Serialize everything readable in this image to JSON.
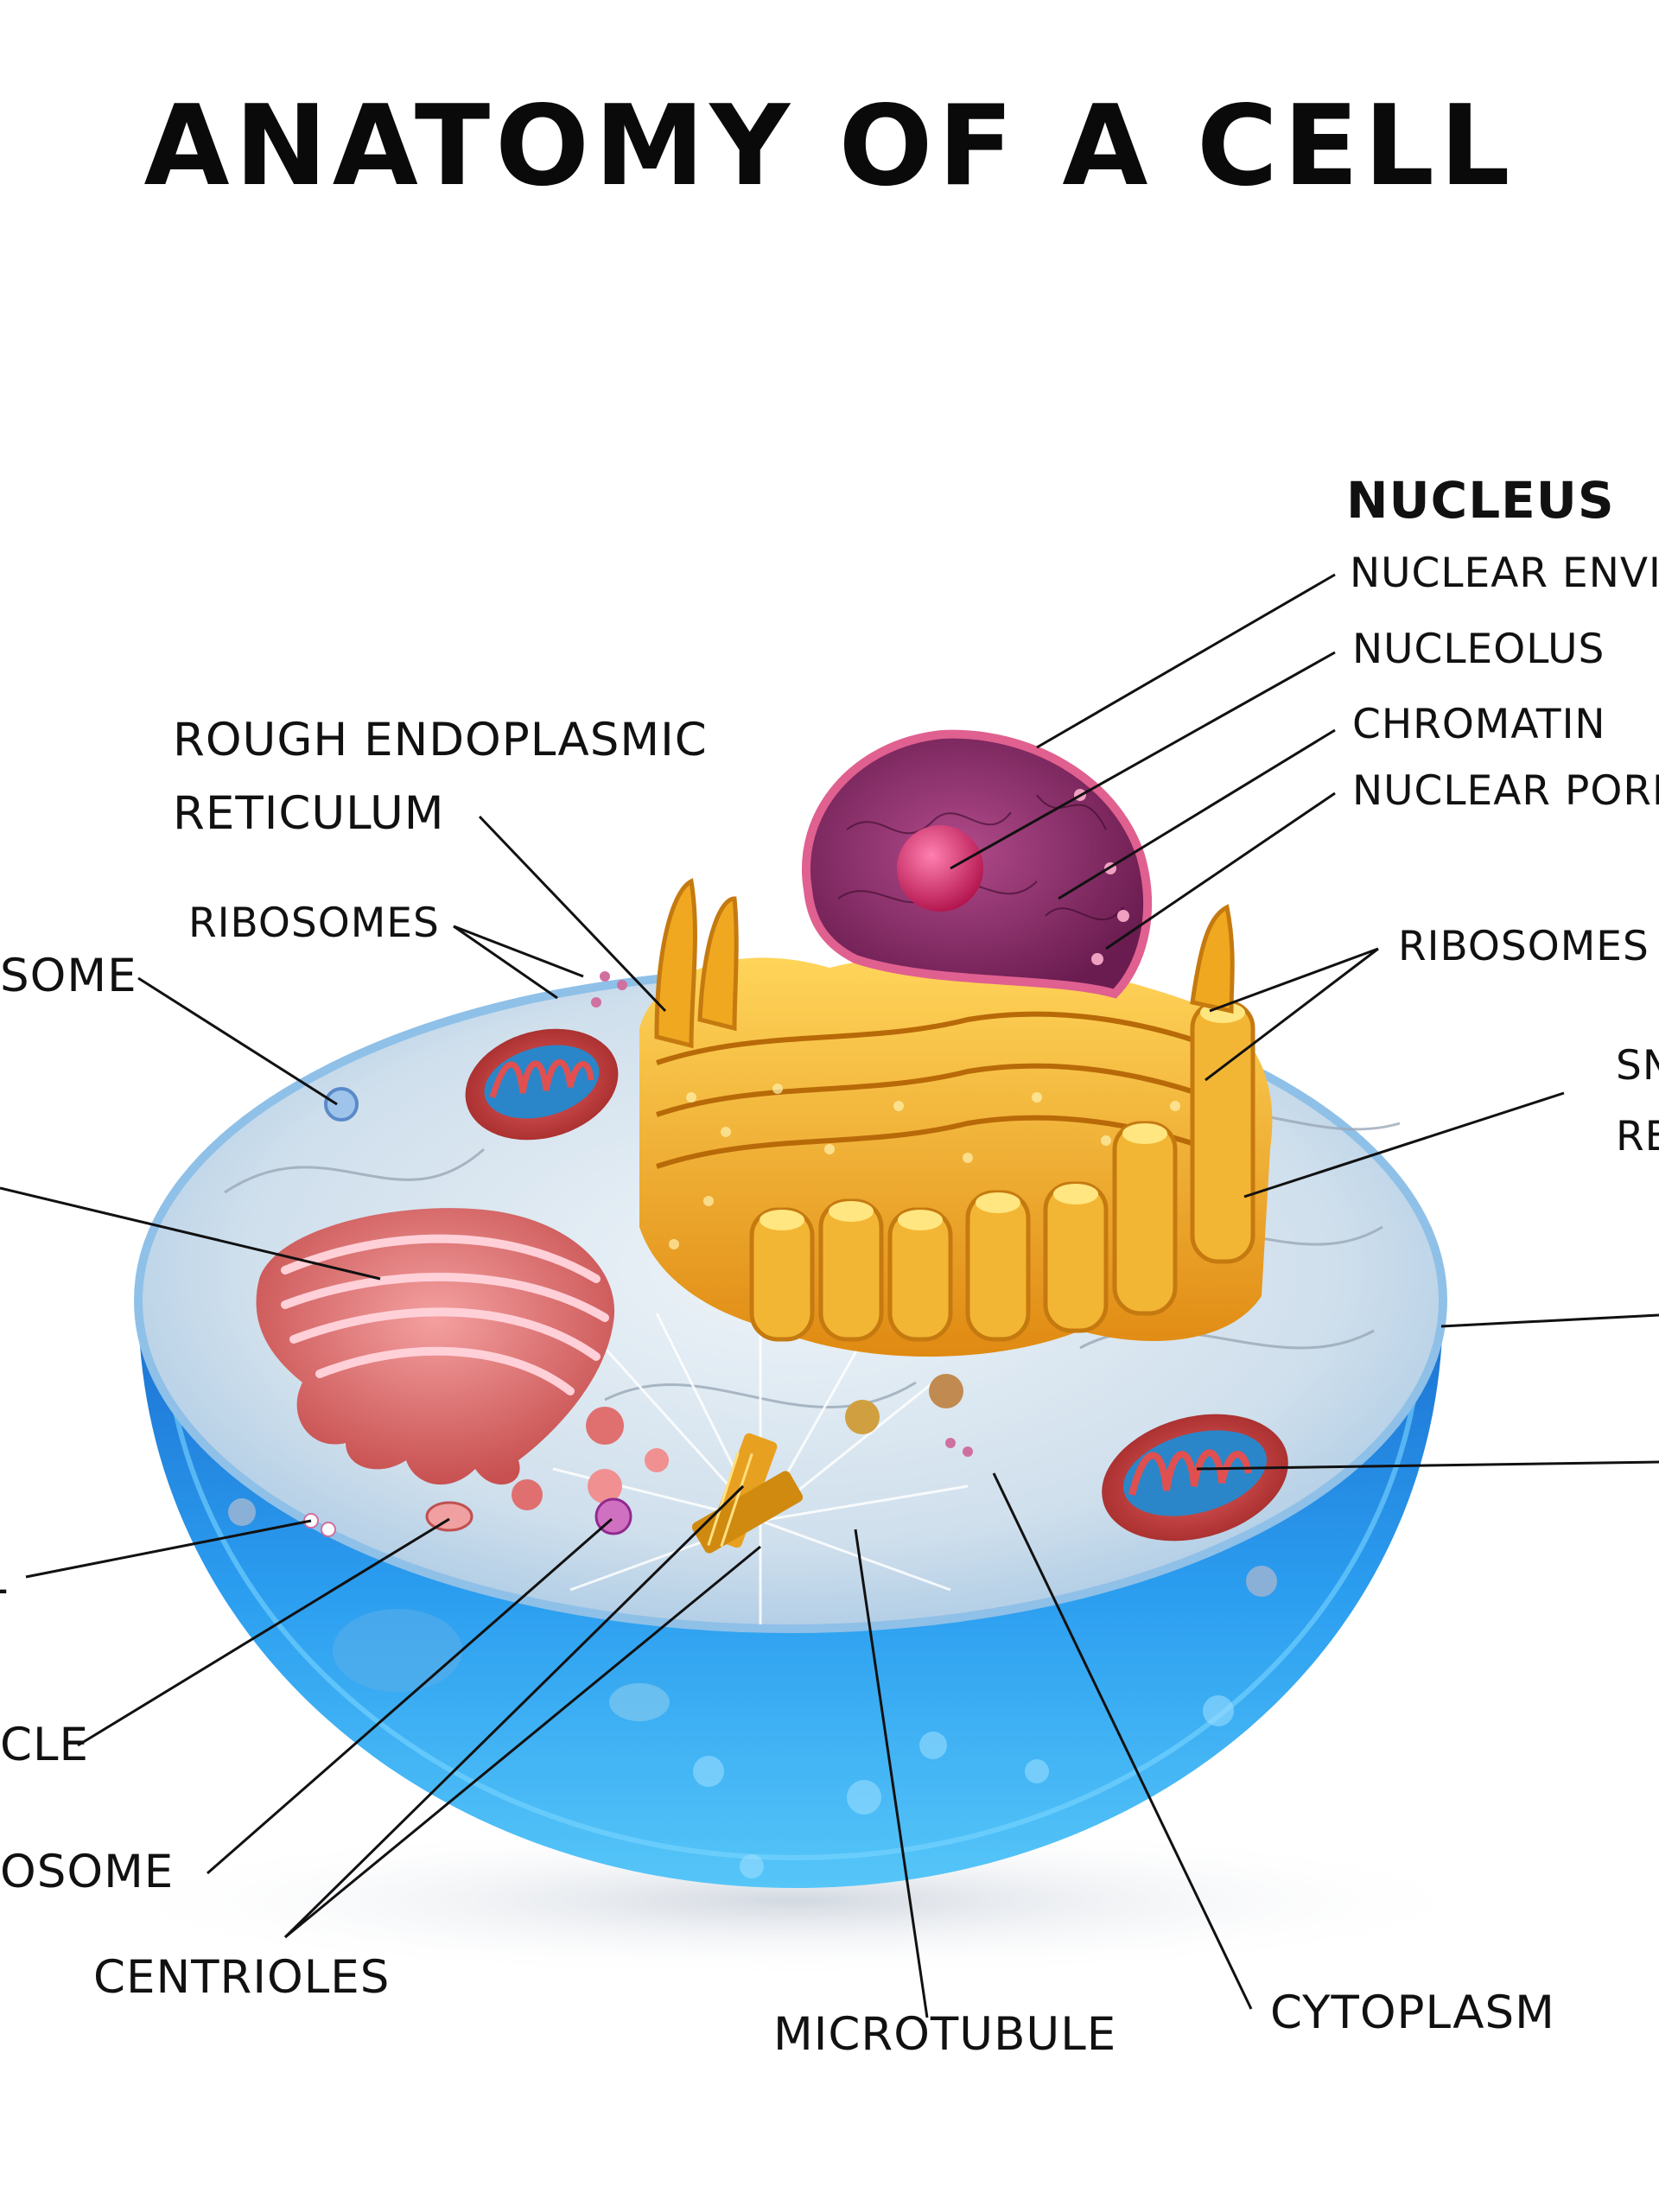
{
  "title": "ANATOMY OF A CELL",
  "labels": {
    "nucleus": "NUCLEUS",
    "nuclear_envelope": "NUCLEAR ENVI",
    "nucleolus": "NUCLEOLUS",
    "chromatin": "CHROMATIN",
    "nuclear_pore": "NUCLEAR PORI",
    "rough_er_1": "ROUGH ENDOPLASMIC",
    "rough_er_2": "RETICULUM",
    "ribosomes_left": "RIBOSOMES",
    "ribosomes_right": "RIBOSOMES",
    "lysosome_partial": "SOME",
    "smooth_er_1": "SN",
    "smooth_er_2": "RE",
    "vesicle_partial": "CLE",
    "peroxisome_partial": "OSOME",
    "centrioles": "CENTRIOLES",
    "microtubule": "MICROTUBULE",
    "cytoplasm": "CYTOPLASM",
    "left_fragment": "L"
  },
  "colors": {
    "cell_membrane": "#2f8fe0",
    "cytoplasm_surface": "#c9dbea",
    "golgi_er": "#f0a020",
    "nucleus": "#8a2a6a",
    "nucleolus": "#d02060",
    "mitochondria": "#c83a3a",
    "smooth_er_pink": "#e07070",
    "centriole": "#e8a020"
  }
}
